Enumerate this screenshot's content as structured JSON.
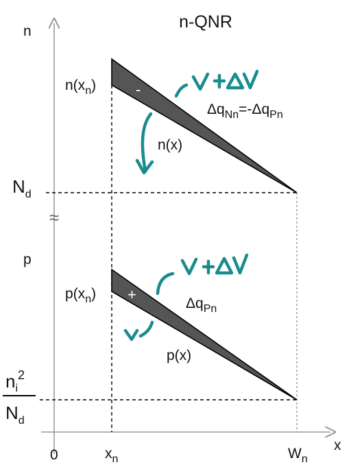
{
  "title": "n-QNR",
  "axis": {
    "y_top_label": "n",
    "y_bottom_label": "p",
    "x_label": "x",
    "origin_label": "0",
    "break_symbol": "≈",
    "x_ticks": {
      "xn": {
        "base": "x",
        "sub": "n"
      },
      "wn": {
        "base": "W",
        "sub": "n"
      }
    }
  },
  "n_panel": {
    "start_label": {
      "base": "n(x",
      "sub": "n",
      "end": ")"
    },
    "curve_label": "n(x)",
    "level_label": {
      "base": "N",
      "sub": "d"
    },
    "sign": "-",
    "charge_label": {
      "pre": "Δq",
      "sub1": "Nn",
      "mid": "=-Δq",
      "sub2": "Pn"
    },
    "annotation_text": "V+ΔV"
  },
  "p_panel": {
    "start_label": {
      "base": "p(x",
      "sub": "n",
      "end": ")"
    },
    "curve_label": "p(x)",
    "level_label": {
      "num_base": "n",
      "num_sub": "i",
      "num_sup": "2",
      "den_base": "N",
      "den_sub": "d"
    },
    "sign": "+",
    "charge_label": {
      "pre": "Δq",
      "sub": "Pn"
    },
    "annotation_text": "V+ΔV",
    "annotation_low": "V"
  },
  "colors": {
    "fill": "#555555",
    "annotation": "#1a8c8c"
  }
}
